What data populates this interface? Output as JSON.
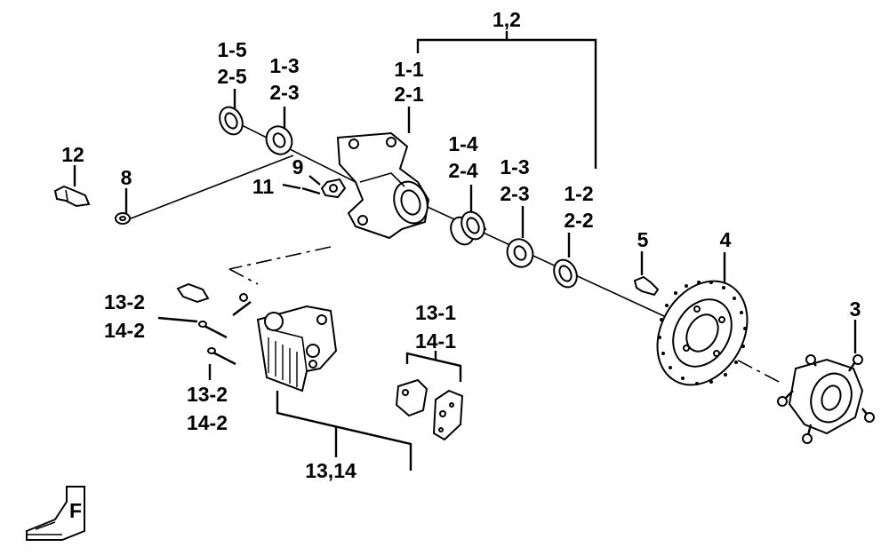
{
  "labels": {
    "l_1_2": "1,2",
    "l_1_1": "1-1",
    "l_2_1": "2-1",
    "l_1_5": "1-5",
    "l_2_5": "2-5",
    "l_1_3a": "1-3",
    "l_2_3a": "2-3",
    "l_12": "12",
    "l_8": "8",
    "l_9": "9",
    "l_11": "11",
    "l_1_4": "1-4",
    "l_2_4": "2-4",
    "l_1_3b": "1-3",
    "l_2_3b": "2-3",
    "l_1_2b": "1-2",
    "l_2_2": "2-2",
    "l_5": "5",
    "l_4": "4",
    "l_3": "3",
    "l_13_2a": "13-2",
    "l_14_2a": "14-2",
    "l_13_2b": "13-2",
    "l_14_2b": "14-2",
    "l_13_1": "13-1",
    "l_14_1": "14-1",
    "l_13_14": "13,14"
  },
  "icons": {
    "front_arrow": "front-arrow-icon",
    "front_letter": "F"
  }
}
